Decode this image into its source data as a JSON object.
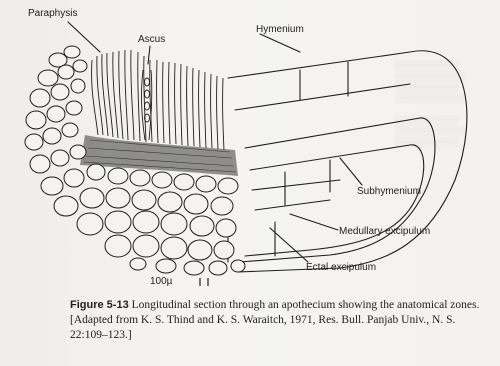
{
  "figure": {
    "labels": {
      "paraphysis": "Paraphysis",
      "ascus": "Ascus",
      "hymenium": "Hymenium",
      "subhymenium": "Subhymenium",
      "medullary_excipulum": "Medullary excipulum",
      "ectal_excipulum": "Ectal excipulum"
    },
    "scale_bar": "100µ"
  },
  "caption": {
    "figure_number": "Figure 5-13",
    "text": "Longitudinal section through an apothecium showing the anatomical zones. [Adapted from K. S. Thind and K. S. Waraitch, 1971, Res. Bull. Panjab Univ., N. S. 22:109–123.]"
  }
}
